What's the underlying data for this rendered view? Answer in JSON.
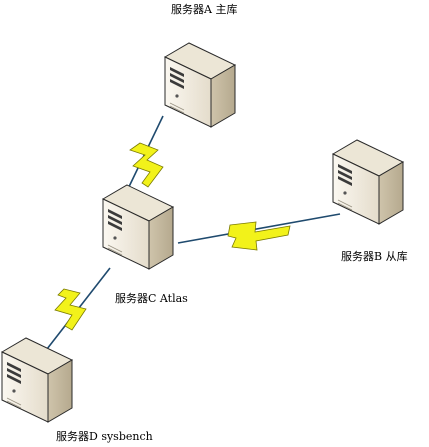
{
  "servers": {
    "a": {
      "label": "服务器A 主库",
      "icon": "server-tower-icon"
    },
    "b": {
      "label": "服务器B 从库",
      "icon": "server-tower-icon"
    },
    "c": {
      "label": "服务器C Atlas",
      "icon": "server-tower-icon"
    },
    "d": {
      "label": "服务器D sysbench",
      "icon": "server-tower-icon"
    }
  },
  "links": [
    {
      "from": "c",
      "to": "a",
      "style": "lightning"
    },
    {
      "from": "c",
      "to": "b",
      "style": "lightning"
    },
    {
      "from": "c",
      "to": "d",
      "style": "lightning"
    }
  ],
  "colors": {
    "line": "#1f4a6e",
    "bolt_fill": "#f2f21a",
    "bolt_stroke": "#7a7a00",
    "server_front": "#f6f1e6",
    "server_side": "#d6ccb5",
    "server_top": "#e9e2d0",
    "server_outline": "#2a2a2a"
  }
}
